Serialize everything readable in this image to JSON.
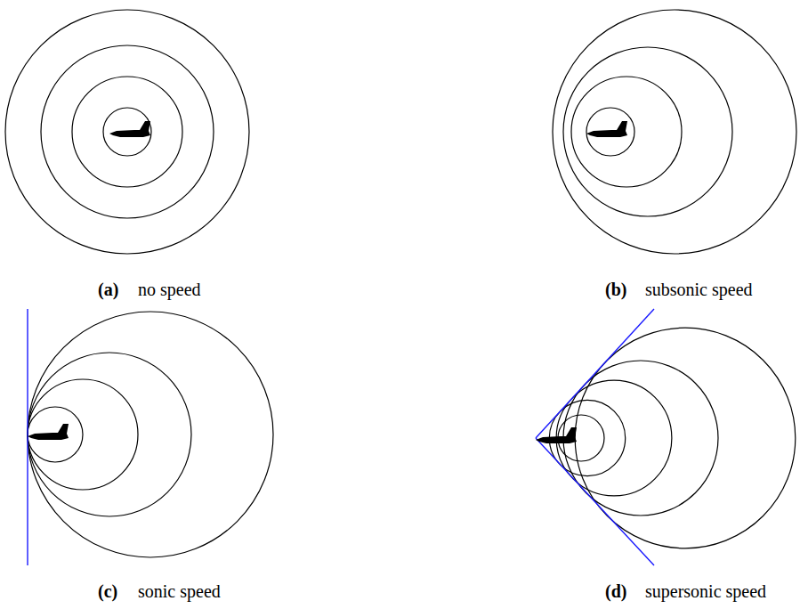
{
  "diagram": {
    "labels": [
      "(a)",
      "no speed",
      "(b)",
      "subsonic speed",
      "(c)",
      "sonic speed",
      "(d)",
      "supersonic speed"
    ]
  }
}
